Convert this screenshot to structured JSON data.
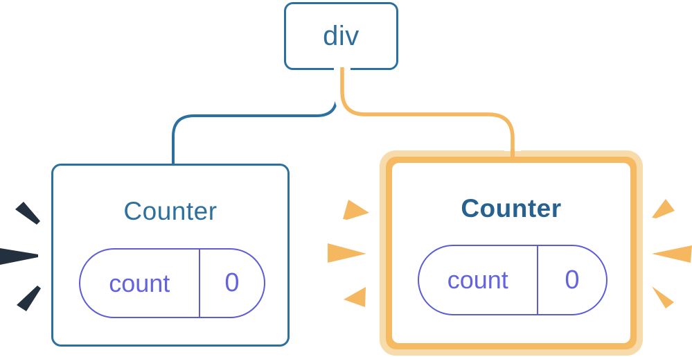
{
  "tree": {
    "root": {
      "label": "div"
    }
  },
  "counters": [
    {
      "title": "Counter",
      "state_label": "count",
      "state_value": "0",
      "highlighted": false
    },
    {
      "title": "Counter",
      "state_label": "count",
      "state_value": "0",
      "highlighted": true
    }
  ],
  "decorations": {
    "spark_groups": [
      {
        "position": "left-of-left-card",
        "count": 3,
        "color_ref": "spark_dark"
      },
      {
        "position": "left-of-right-card",
        "count": 3,
        "color_ref": "orange"
      },
      {
        "position": "right-of-right-card",
        "count": 3,
        "color_ref": "orange"
      }
    ]
  },
  "colors": {
    "card_bg": "#FFFFFF",
    "blue_border": "#2C70A0",
    "blue_text": "#2E6E99",
    "blue_text_title": "#2D6F9E",
    "blue_text_bold": "#26618F",
    "purple": "#5C5CD8",
    "purple_text": "#6363DE",
    "orange": "#F5B75F",
    "ring_outer": "#F8DBAB",
    "ring_inner": "#F6BA62",
    "edge_casing": "#FFFFFF",
    "spark_dark": "#23303D"
  }
}
